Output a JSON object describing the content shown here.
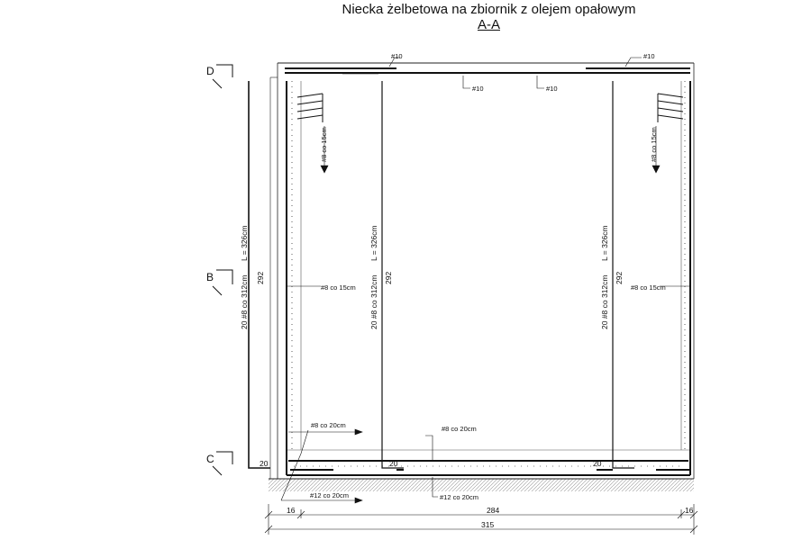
{
  "title": "Niecka żelbetowa na zbiornik z olejem opałowym",
  "section_title": "A-A",
  "section_marks": {
    "top": "D",
    "middle": "B",
    "bottom": "C"
  },
  "labels": {
    "top_left_bar": "#10",
    "top_right_bar": "#10",
    "top_mid_left": "#10",
    "top_mid_right": "#10",
    "left_corner_bars": "#8 co 15cm",
    "right_corner_bars": "#8 co 15cm",
    "left_wall_bars": "#8 co 15cm",
    "right_wall_bars": "#8 co 15cm",
    "bottom_upper_left": "#8 co 20cm",
    "bottom_upper_mid": "#8 co 20cm",
    "bottom_lower_left": "#12 co 20cm",
    "bottom_lower_mid": "#12 co 20cm"
  },
  "bar_schedules": [
    {
      "count": "20 #8 co 312cm",
      "length": "L = 326cm",
      "height": "292",
      "foot": "20"
    },
    {
      "count": "20 #8 co 312cm",
      "length": "L = 326cm",
      "height": "292",
      "foot": "20"
    },
    {
      "count": "20 #8 co 312cm",
      "length": "L = 326cm",
      "height": "292",
      "foot": "20"
    }
  ],
  "dimensions": {
    "left_wall": "16",
    "inner": "284",
    "right_wall": "16",
    "overall": "315"
  }
}
